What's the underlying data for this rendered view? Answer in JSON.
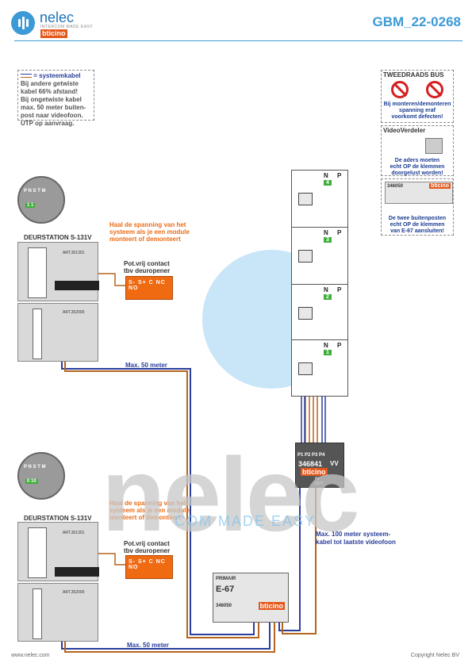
{
  "header": {
    "brand": "nelec",
    "brand_sub": "INTERCOM MADE EASY",
    "brand_partner": "bticino",
    "doc_id": "GBM_22-0268"
  },
  "legend": {
    "line1": "= systeemkabel",
    "line2": "Bij andere getwiste",
    "line3": "kabel 66% afstand!",
    "line4": "Bij ongetwiste kabel",
    "line5": "max. 50 meter buiten-",
    "line6": "post naar videofoon.",
    "line7": "UTP op aanvraag."
  },
  "notice_bus": {
    "title": "TWEEDRAADS BUS",
    "text1": "Bij monteren/demonteren",
    "text2": "spanning eraf",
    "text3": "voorkomt defecten!"
  },
  "notice_verdeler": {
    "title": "VideoVerdeler",
    "text1": "De aders moeten",
    "text2": "echt OP de klemmen",
    "text3": "doorgelust worden!"
  },
  "notice_e67": {
    "code": "346050",
    "text1": "De twee buitenposten",
    "text2": "echt OP de klemmen",
    "text3": "van E-67 aansluiten!"
  },
  "station_top": {
    "title": "DEURSTATION S-131V",
    "zoom_terms": "P N S T M",
    "zoom_vals": "1 1",
    "module_code": "ART.351301",
    "module2_code": "ART.352000",
    "warn1": "Haal de spanning van het",
    "warn2": "systeem als je een module",
    "warn3": "monteert of demonteert",
    "contact1": "Pot.vrij contact",
    "contact2": "tbv deuropener",
    "relay_terms": "S- S+ C NC NO",
    "cable": "Max. 50 meter"
  },
  "station_bottom": {
    "title": "DEURSTATION S-131V",
    "zoom_terms": "P N S T M",
    "zoom_vals": "0 10",
    "module_code": "ART.351301",
    "module2_code": "ART.352000",
    "warn1": "Haal de spanning van het",
    "warn2": "systeem als je een module",
    "warn3": "monteert of demonteert",
    "contact1": "Pot.vrij contact",
    "contact2": "tbv deuropener",
    "relay_terms": "S- S+ C NC NO",
    "cable": "Max. 50 meter"
  },
  "monitors": [
    {
      "n": "N",
      "p": "P",
      "num": "4"
    },
    {
      "n": "N",
      "p": "P",
      "num": "3"
    },
    {
      "n": "N",
      "p": "P",
      "num": "2"
    },
    {
      "n": "N",
      "p": "P",
      "num": "1"
    }
  ],
  "distributor": {
    "ports": "P1 P2 P3 P4",
    "code": "346841",
    "vv": "VV",
    "brand": "bticino",
    "in": "IN",
    "out": "OUT"
  },
  "power": {
    "label": "PRIMAIR",
    "model": "E-67",
    "code": "346050",
    "brand": "bticino"
  },
  "video_cable": {
    "line1": "Max. 100 meter systeem-",
    "line2": "kabel tot laatste videofoon"
  },
  "watermark": {
    "letters": "nelec",
    "tag": "COM MADE EASY"
  },
  "footer": {
    "left": "www.nelec.com",
    "right": "Copyright Nelec BV"
  },
  "colors": {
    "accent": "#3c9ad6",
    "brand_orange": "#e4571b",
    "relay_orange": "#f06a12",
    "cable_blue": "#2a3f9c",
    "cable_brown": "#b5651d"
  }
}
